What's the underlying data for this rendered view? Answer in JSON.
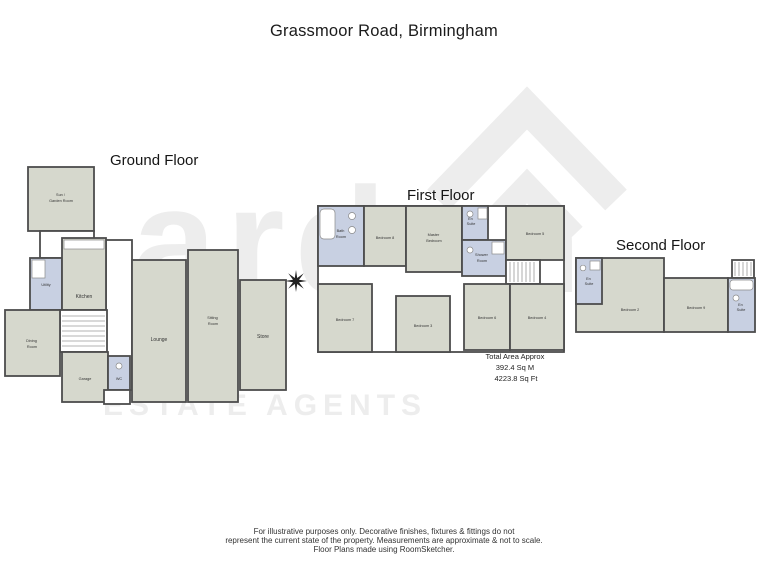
{
  "title": "Grassmoor Road, Birmingham",
  "watermark": {
    "word": "arden",
    "tagline": "ESTATE AGENTS"
  },
  "floors": {
    "ground": {
      "label": "Ground Floor",
      "rooms": {
        "sun_garden": [
          "Sun /",
          "Garden Room"
        ],
        "utility": "Utility",
        "kitchen": "Kitchen",
        "dining": [
          "Dining",
          "Room"
        ],
        "garage": "Garage",
        "wc": "WC",
        "lounge": "Lounge",
        "sitting": [
          "Sitting",
          "Room"
        ],
        "store": "Store"
      }
    },
    "first": {
      "label": "First Floor",
      "rooms": {
        "bath": [
          "Bath",
          "Room"
        ],
        "bedroom8": "Bedroom 8",
        "master": [
          "Master",
          "Bedroom"
        ],
        "en_suite": [
          "En",
          "Suite"
        ],
        "shower": [
          "Shower",
          "Room"
        ],
        "bedroom5": "Bedroom 5",
        "bedroom7": "Bedroom 7",
        "bedroom3": "Bedroom 3",
        "bedroom6": "Bedroom 6",
        "bedroom4": "Bedroom 4"
      }
    },
    "second": {
      "label": "Second Floor",
      "rooms": {
        "en_suite_left": [
          "En",
          "Suite"
        ],
        "bedroom2": "Bedroom 2",
        "bedroom9": "Bedroom 9",
        "en_suite_right": [
          "En",
          "Suite"
        ]
      }
    }
  },
  "total_area": [
    "Total Area Approx",
    "392.4 Sq M",
    "4223.8 Sq Ft"
  ],
  "footer": [
    "For illustrative purposes only. Decorative finishes, fixtures & fittings do not",
    "represent the current state of the property. Measurements are approximate & not to scale.",
    "Floor Plans made using RoomSketcher."
  ],
  "colors": {
    "room_fill": "#d6d8cd",
    "wet_fill": "#c8d0e2",
    "wall": "#4d4d4d",
    "watermark": "#ededed"
  }
}
